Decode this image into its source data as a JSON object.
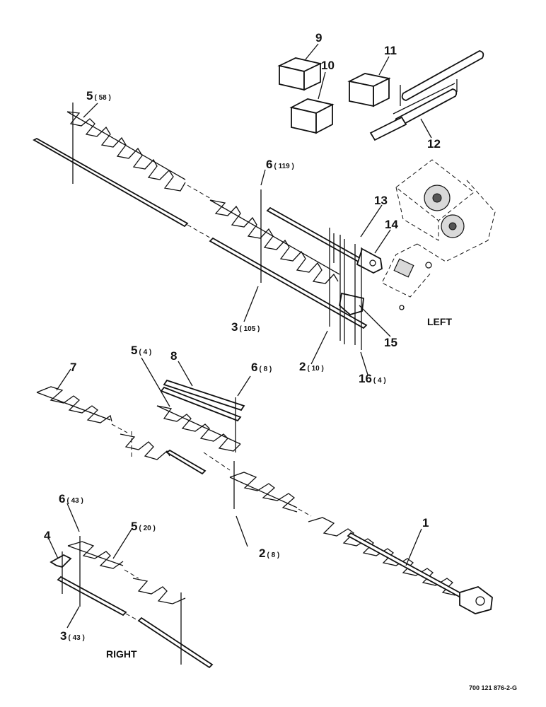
{
  "callouts": [
    {
      "num": "1",
      "qty": ""
    },
    {
      "num": "2",
      "qty": "( 10 )"
    },
    {
      "num": "2",
      "qty": "( 8 )"
    },
    {
      "num": "3",
      "qty": "( 105 )"
    },
    {
      "num": "3",
      "qty": "( 43 )"
    },
    {
      "num": "4",
      "qty": ""
    },
    {
      "num": "5",
      "qty": "( 58 )"
    },
    {
      "num": "5",
      "qty": "( 4 )"
    },
    {
      "num": "5",
      "qty": "( 20 )"
    },
    {
      "num": "6",
      "qty": "( 119 )"
    },
    {
      "num": "6",
      "qty": "( 8 )"
    },
    {
      "num": "6",
      "qty": "( 43 )"
    },
    {
      "num": "7",
      "qty": ""
    },
    {
      "num": "8",
      "qty": ""
    },
    {
      "num": "9",
      "qty": ""
    },
    {
      "num": "10",
      "qty": ""
    },
    {
      "num": "11",
      "qty": ""
    },
    {
      "num": "12",
      "qty": ""
    },
    {
      "num": "13",
      "qty": ""
    },
    {
      "num": "14",
      "qty": ""
    },
    {
      "num": "15",
      "qty": ""
    },
    {
      "num": "16",
      "qty": "( 4 )"
    }
  ],
  "side_labels": {
    "left": "LEFT",
    "right": "RIGHT"
  },
  "figure_code": "700 121 876-2-G",
  "colors": {
    "line": "#111111",
    "background": "#ffffff"
  }
}
